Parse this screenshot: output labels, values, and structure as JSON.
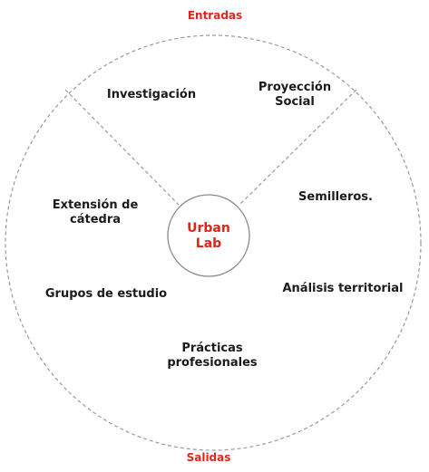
{
  "header": {
    "label": "Entradas"
  },
  "footer": {
    "label": "Salidas"
  },
  "center": {
    "line1": "Urban",
    "line2": "Lab"
  },
  "nodes": {
    "investigacion": {
      "line1": "Investigación"
    },
    "proyeccion_social": {
      "line1": "Proyección",
      "line2": "Social"
    },
    "extension_catedra": {
      "line1": "Extensión de",
      "line2": "cátedra"
    },
    "semilleros": {
      "line1": "Semilleros."
    },
    "grupos_estudio": {
      "line1": "Grupos de estudio"
    },
    "analisis_territorial": {
      "line1": "Análisis territorial"
    },
    "practicas_profesionales": {
      "line1": "Prácticas",
      "line2": "profesionales"
    }
  },
  "colors": {
    "accent": "#e2231a",
    "text": "#1b1b1b",
    "outline": "#9a9a9a"
  }
}
